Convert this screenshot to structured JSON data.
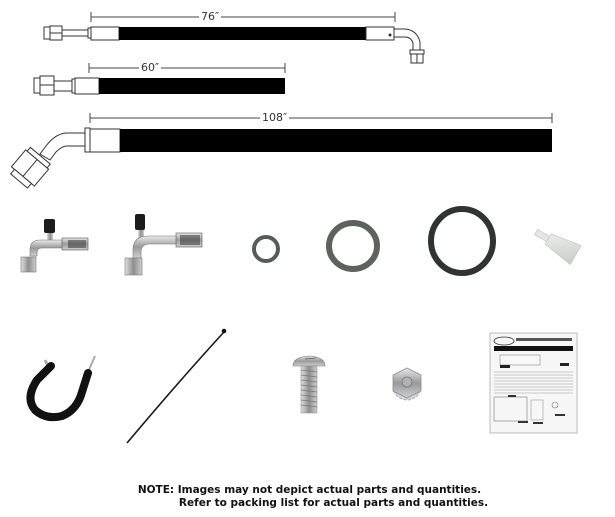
{
  "hoses": [
    {
      "id": "hose-76",
      "length_label": "76″",
      "left_fitting": "straight-nut",
      "right_fitting": "90-degree-elbow"
    },
    {
      "id": "hose-60",
      "length_label": "60″",
      "left_fitting": "straight-nut",
      "right_fitting": "none"
    },
    {
      "id": "hose-108",
      "length_label": "108″",
      "left_fitting": "45-degree-elbow",
      "right_fitting": "none"
    }
  ],
  "parts_row_1": [
    {
      "name": "service-port-fitting-small",
      "icon": "elbow-fitting-with-valve"
    },
    {
      "name": "service-port-fitting-large",
      "icon": "elbow-fitting-with-valve"
    },
    {
      "name": "o-ring-small",
      "icon": "o-ring"
    },
    {
      "name": "o-ring-medium",
      "icon": "o-ring"
    },
    {
      "name": "o-ring-large",
      "icon": "o-ring"
    },
    {
      "name": "lubricant-tube",
      "icon": "tube"
    }
  ],
  "parts_row_2": [
    {
      "name": "rubber-cushioned-clamp",
      "icon": "p-clamp"
    },
    {
      "name": "cable-tie",
      "icon": "zip-tie"
    },
    {
      "name": "screw",
      "icon": "pan-head-screw"
    },
    {
      "name": "keps-nut",
      "icon": "hex-nut"
    },
    {
      "name": "instruction-sheet",
      "icon": "document"
    }
  ],
  "colors": {
    "hose": "#000000",
    "outline": "#333333",
    "metal": "#b8b8b8",
    "oring_dark": "#2f3432",
    "oring_medium": "#5a5f5c",
    "tube": "#d9dcd8"
  },
  "note": {
    "line1": "NOTE: Images may not depict actual parts and quantities.",
    "line2": "Refer to packing list for actual parts and quantities."
  }
}
